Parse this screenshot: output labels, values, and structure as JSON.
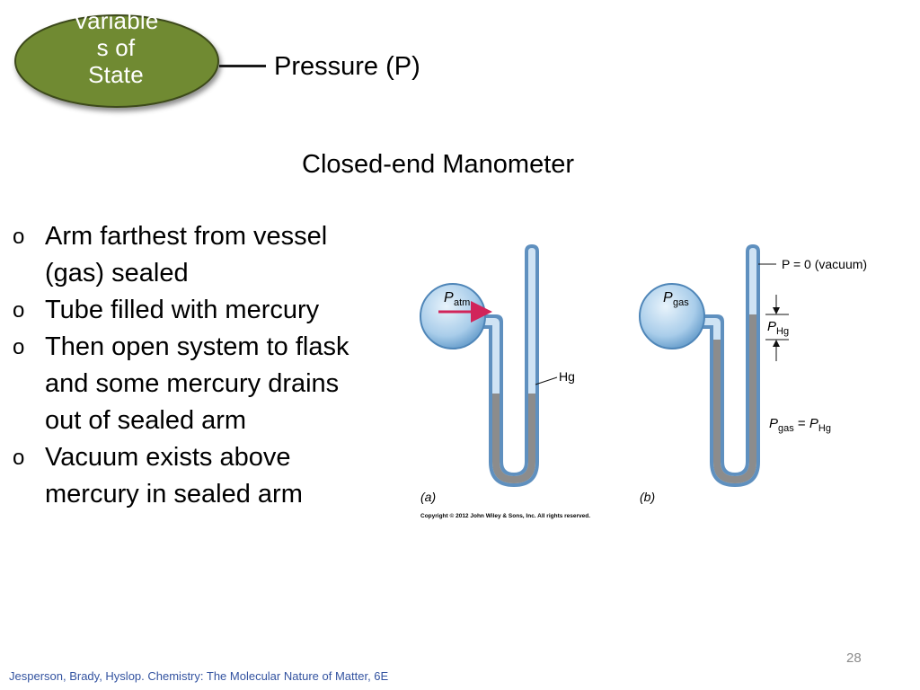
{
  "badge": {
    "lines": [
      "Variable",
      "s of",
      "State"
    ],
    "fill": "#6f8a30",
    "border": "#3c4a1a"
  },
  "heading": "Pressure (P)",
  "subtitle": "Closed-end Manometer",
  "bullets": [
    "Arm farthest from vessel (gas) sealed",
    "Tube filled with mercury",
    "Then open system to flask and some mercury drains out of sealed arm",
    "Vacuum exists above mercury in sealed arm"
  ],
  "bullet_marker": "o",
  "figure": {
    "a": {
      "flask_label_main": "P",
      "flask_label_sub": "atm",
      "hg_label": "Hg",
      "caption": "(a)"
    },
    "b": {
      "flask_label_main": "P",
      "flask_label_sub": "gas",
      "vacuum_label": "P = 0 (vacuum)",
      "phg_main": "P",
      "phg_sub": "Hg",
      "eq_left_main": "P",
      "eq_left_sub": "gas",
      "eq_mid": " = ",
      "eq_right_main": "P",
      "eq_right_sub": "Hg",
      "caption": "(b)"
    },
    "copyright": "Copyright © 2012 John Wiley & Sons, Inc. All rights reserved."
  },
  "page_number": "28",
  "footer": "Jesperson, Brady, Hyslop. Chemistry: The Molecular Nature of Matter, 6E"
}
